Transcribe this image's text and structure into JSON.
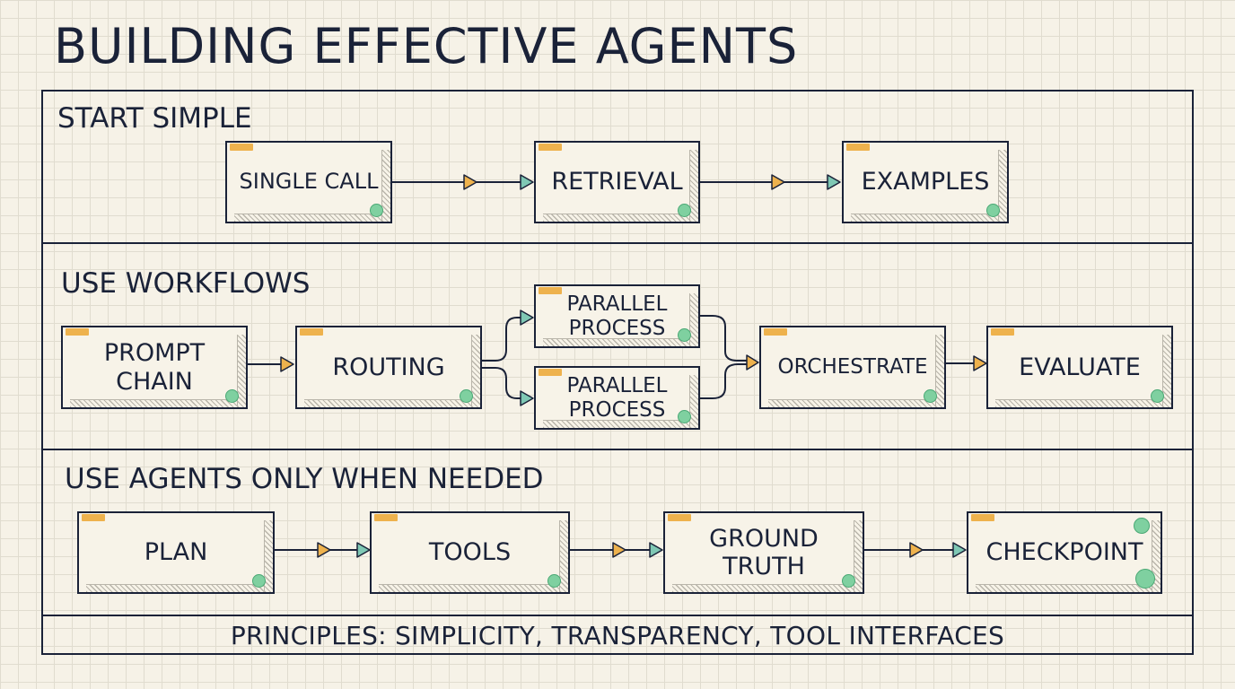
{
  "title": "BUILDING EFFECTIVE AGENTS",
  "sections": [
    {
      "label": "START SIMPLE",
      "nodes": [
        {
          "id": "single-call",
          "label": "SINGLE CALL"
        },
        {
          "id": "retrieval",
          "label": "RETRIEVAL"
        },
        {
          "id": "examples",
          "label": "EXAMPLES"
        }
      ]
    },
    {
      "label": "USE WORKFLOWS",
      "nodes": [
        {
          "id": "prompt-chain",
          "label": "PROMPT\nCHAIN"
        },
        {
          "id": "routing",
          "label": "ROUTING"
        },
        {
          "id": "parallel-process-1",
          "label": "PARALLEL\nPROCESS"
        },
        {
          "id": "parallel-process-2",
          "label": "PARALLEL\nPROCESS"
        },
        {
          "id": "orchestrate",
          "label": "ORCHESTRATE"
        },
        {
          "id": "evaluate",
          "label": "EVALUATE"
        }
      ]
    },
    {
      "label": "USE AGENTS ONLY WHEN NEEDED",
      "nodes": [
        {
          "id": "plan",
          "label": "PLAN"
        },
        {
          "id": "tools",
          "label": "TOOLS"
        },
        {
          "id": "ground-truth",
          "label": "GROUND\nTRUTH"
        },
        {
          "id": "checkpoint",
          "label": "CHECKPOINT"
        }
      ]
    }
  ],
  "footer": "PRINCIPLES: SIMPLICITY, TRANSPARENCY, TOOL INTERFACES",
  "colors": {
    "ink": "#1a2238",
    "paper": "#f6f2e7",
    "grid": "#e0dccf",
    "tab": "#eeb24d",
    "dot": "#7fd0a0",
    "arrow_orange": "#eeb24d",
    "arrow_teal": "#7fc8b4"
  }
}
